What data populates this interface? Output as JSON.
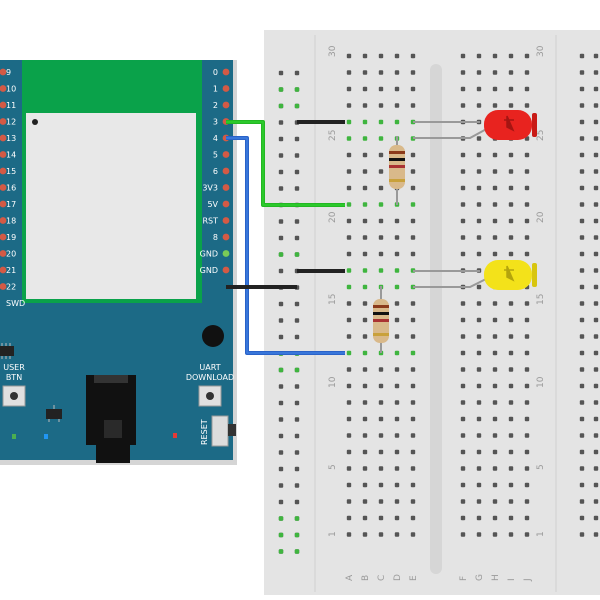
{
  "board": {
    "left_pins": [
      "9",
      "10",
      "11",
      "12",
      "13",
      "14",
      "15",
      "16",
      "17",
      "18",
      "19",
      "20",
      "21",
      "22",
      "SWD"
    ],
    "right_pins": [
      "0",
      "1",
      "2",
      "3",
      "4",
      "5",
      "6",
      "3V3",
      "5V",
      "RST",
      "8",
      "GND",
      "GND"
    ],
    "user_button_label": [
      "USER",
      "BTN"
    ],
    "uart_button_label": [
      "UART",
      "DOWNLOAD"
    ],
    "reset_label": "RESET",
    "colors": {
      "pcb": "#1c6a86",
      "module": "#0aa24a",
      "shield": "#e8e8e8",
      "pin": "#d35a45",
      "pin_gnd": "#7acb57"
    }
  },
  "breadboard": {
    "row_numbers": [
      "30",
      "25",
      "20",
      "15",
      "10",
      "5",
      "1"
    ],
    "column_letters_left": [
      "A",
      "B",
      "C",
      "D",
      "E"
    ],
    "column_letters_right": [
      "F",
      "G",
      "H",
      "I",
      "J"
    ],
    "colors": {
      "body": "#e4e4e4",
      "hole": "#555555",
      "active_hole": "#3fb53f"
    }
  },
  "components": {
    "led_top_color": "#e8231f",
    "led_bottom_color": "#f3e21a",
    "resistor_color": "#d9b98a"
  },
  "wires": {
    "green": "#23b723",
    "blue": "#2a62c8",
    "black": "#222222"
  }
}
